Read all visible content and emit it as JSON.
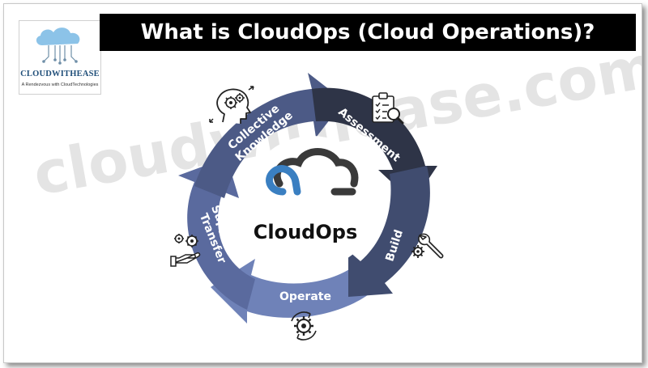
{
  "title": "What is CloudOps (Cloud Operations)?",
  "logo": {
    "name": "CLOUDWITHEASE",
    "tagline": "A Rendezvous with CloudTechnologies",
    "icon": "cloud-circuit-icon"
  },
  "watermark": "cloudwithease.com",
  "center": {
    "label": "CloudOps",
    "icon": "cloud-outline-icon"
  },
  "cycle": {
    "stages": [
      {
        "label": "Assessment",
        "icon": "clipboard-magnifier-icon",
        "color": "#2e3447"
      },
      {
        "label": "Build",
        "icon": "wrench-gear-icon",
        "color": "#404c6f"
      },
      {
        "label": "Operate",
        "icon": "gear-cycle-icon",
        "color": "#6f82b8"
      },
      {
        "label_lines": [
          "Support/",
          "Transfer"
        ],
        "icon": "hand-gears-icon",
        "color": "#5a6a9e"
      },
      {
        "label_lines": [
          "Collective",
          "Knowledge"
        ],
        "icon": "head-gears-icon",
        "color": "#4c5a86"
      }
    ]
  },
  "colors": {
    "title_bg": "#000000",
    "title_text": "#ffffff",
    "center_cloud_blue": "#3a7fc1",
    "center_cloud_grey": "#3a3a3a"
  }
}
